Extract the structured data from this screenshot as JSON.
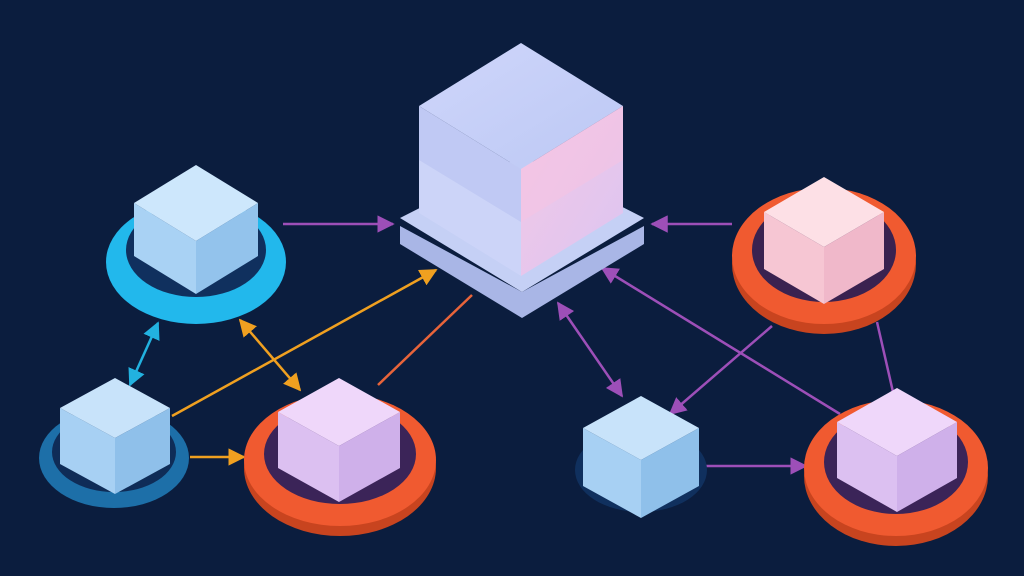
{
  "colors": {
    "background": "#0b1d3e",
    "ring_cyan": "#22b8ec",
    "ring_blue": "#1d6fa8",
    "ring_orange": "#f05a30",
    "ring_orange_dark": "#c8441f",
    "arrow_purple": "#9d4fb8",
    "arrow_orange": "#f0a020",
    "arrow_cyan": "#22b2e0",
    "arrow_red": "#e8643a",
    "cube_blue": "#b9dcf8",
    "cube_lavender": "#e5c7f4",
    "cube_pink": "#fbd1dc",
    "hub_platform": "#c5d0f5"
  },
  "nodes": [
    {
      "id": "hub",
      "role": "central-hub",
      "cube": "lavender-pink",
      "ring": "platform"
    },
    {
      "id": "left-top",
      "cube": "blue",
      "ring": "cyan"
    },
    {
      "id": "left-bottom",
      "cube": "blue",
      "ring": "blue"
    },
    {
      "id": "mid-left",
      "cube": "lavender",
      "ring": "orange"
    },
    {
      "id": "right-top",
      "cube": "pink",
      "ring": "orange"
    },
    {
      "id": "mid-right",
      "cube": "blue",
      "ring": "none"
    },
    {
      "id": "right-bottom",
      "cube": "lavender",
      "ring": "orange"
    }
  ],
  "edges": [
    {
      "from": "left-top",
      "to": "hub",
      "color": "purple",
      "direction": "forward"
    },
    {
      "from": "right-top",
      "to": "hub",
      "color": "purple",
      "direction": "forward"
    },
    {
      "from": "left-bottom",
      "to": "hub",
      "color": "orange",
      "direction": "forward"
    },
    {
      "from": "mid-left",
      "to": "hub",
      "color": "red",
      "direction": "none"
    },
    {
      "from": "left-top",
      "to": "left-bottom",
      "color": "cyan",
      "direction": "both"
    },
    {
      "from": "left-top",
      "to": "mid-left",
      "color": "orange",
      "direction": "both"
    },
    {
      "from": "left-bottom",
      "to": "mid-left",
      "color": "orange",
      "direction": "forward"
    },
    {
      "from": "hub",
      "to": "mid-right",
      "color": "purple",
      "direction": "both"
    },
    {
      "from": "right-top",
      "to": "mid-right",
      "color": "purple",
      "direction": "forward"
    },
    {
      "from": "right-bottom",
      "to": "hub",
      "color": "purple",
      "direction": "forward"
    },
    {
      "from": "mid-right",
      "to": "right-bottom",
      "color": "purple",
      "direction": "forward"
    },
    {
      "from": "right-top",
      "to": "right-bottom",
      "color": "purple",
      "direction": "none"
    }
  ]
}
